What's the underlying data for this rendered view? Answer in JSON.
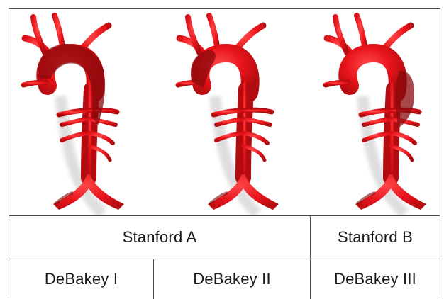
{
  "row1": {
    "stanford_a": "Stanford A",
    "stanford_b": "Stanford B"
  },
  "row2": {
    "debakey_1": "DeBakey I",
    "debakey_2": "DeBakey II",
    "debakey_3": "DeBakey III"
  },
  "colors": {
    "aorta": "#e8141b",
    "aorta_dark": "#8a0a0c",
    "border": "#4a4a4a"
  }
}
